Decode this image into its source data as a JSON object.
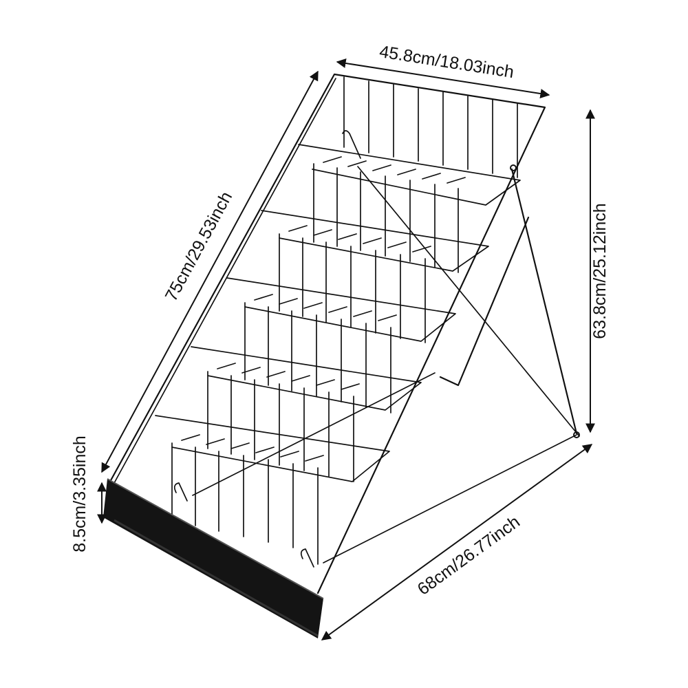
{
  "product": {
    "name": "wire-literature-display-rack",
    "color": "#111111",
    "background": "#ffffff"
  },
  "dimensions": {
    "top_width": "45.8cm/18.03inch",
    "slant_length": "75cm/29.53inch",
    "height": "63.8cm/25.12inch",
    "base_depth": "68cm/26.77inch",
    "header_height": "8.5cm/3.35inch"
  }
}
